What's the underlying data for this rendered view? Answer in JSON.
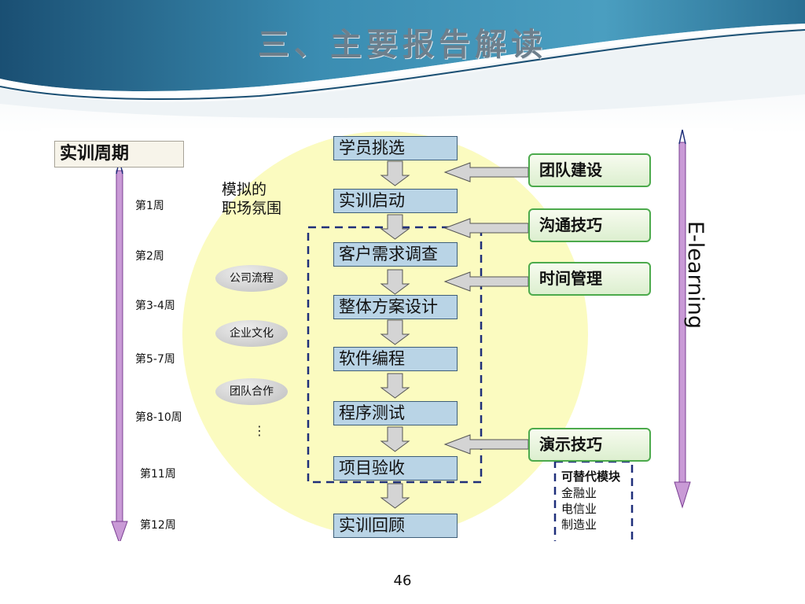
{
  "slide": {
    "title": "三、主要报告解读",
    "page_number": "46"
  },
  "timeline": {
    "title": "实训周期",
    "weeks": [
      "第1周",
      "第2周",
      "第3-4周",
      "第5-7周",
      "第8-10周",
      "第11周",
      "第12周"
    ]
  },
  "environment": {
    "label": "模拟的\n职场氛围",
    "items": [
      "公司流程",
      "企业文化",
      "团队合作"
    ],
    "more": "⋮"
  },
  "process": {
    "steps": [
      "学员挑选",
      "实训启动",
      "客户需求调查",
      "整体方案设计",
      "软件编程",
      "程序测试",
      "项目验收",
      "实训回顾"
    ]
  },
  "skills": {
    "items": [
      "团队建设",
      "沟通技巧",
      "时间管理",
      "演示技巧"
    ]
  },
  "alternatives": {
    "title": "可替代模块",
    "items": [
      "金融业",
      "电信业",
      "制造业"
    ]
  },
  "elearning": {
    "label": "E-learning"
  },
  "colors": {
    "banner_dark": "#1e5a7c",
    "banner_light": "#3f93b7",
    "circle": "#fbfbc0",
    "step_box": "#b9d4e6",
    "skill_border": "#4caa4c",
    "timeline_arrow": "#c99ad6",
    "dashed_frame": "#1f2f7a"
  }
}
